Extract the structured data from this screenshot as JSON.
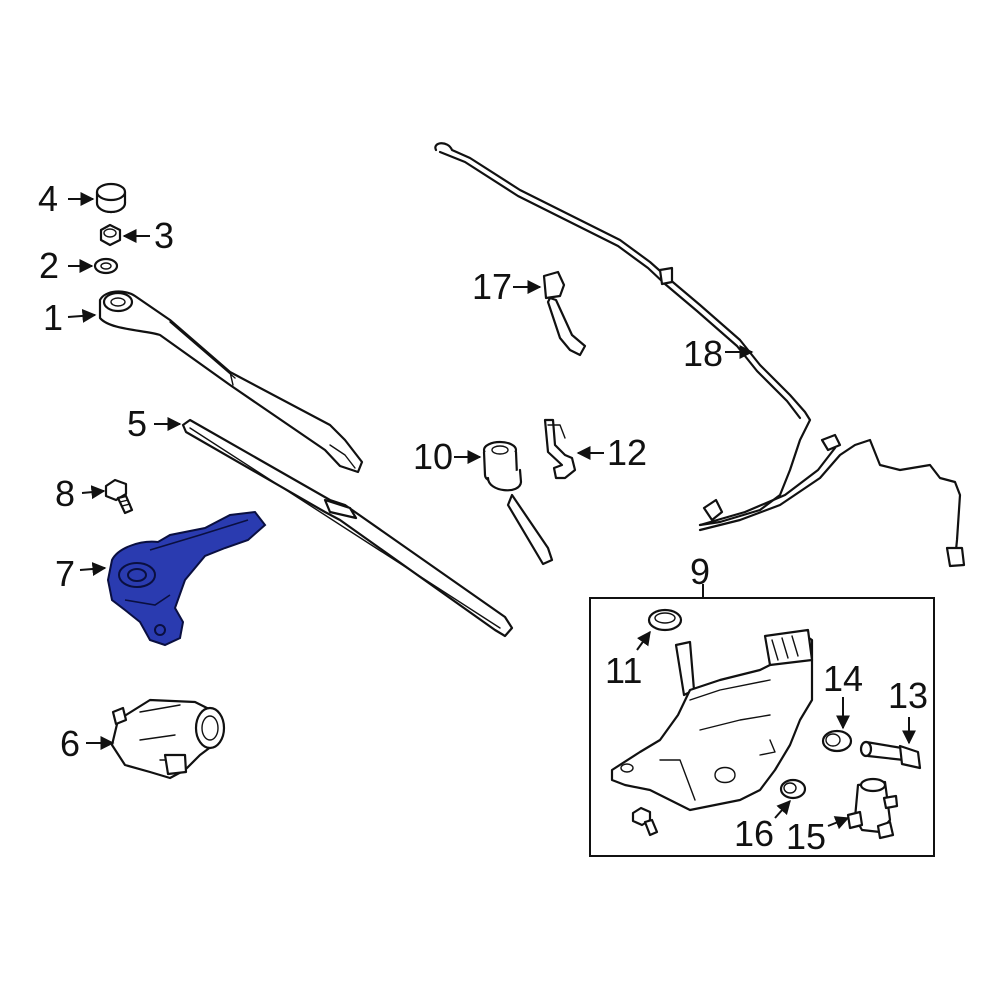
{
  "highlight_color": "#2a3bb0",
  "callouts": [
    {
      "id": "1",
      "text": "1"
    },
    {
      "id": "2",
      "text": "2"
    },
    {
      "id": "3",
      "text": "3"
    },
    {
      "id": "4",
      "text": "4"
    },
    {
      "id": "5",
      "text": "5"
    },
    {
      "id": "6",
      "text": "6"
    },
    {
      "id": "7",
      "text": "7"
    },
    {
      "id": "8",
      "text": "8"
    },
    {
      "id": "9",
      "text": "9"
    },
    {
      "id": "10",
      "text": "10"
    },
    {
      "id": "11",
      "text": "11"
    },
    {
      "id": "12",
      "text": "12"
    },
    {
      "id": "13",
      "text": "13"
    },
    {
      "id": "14",
      "text": "14"
    },
    {
      "id": "15",
      "text": "15"
    },
    {
      "id": "16",
      "text": "16"
    },
    {
      "id": "17",
      "text": "17"
    },
    {
      "id": "18",
      "text": "18"
    }
  ],
  "highlighted_part": "7"
}
